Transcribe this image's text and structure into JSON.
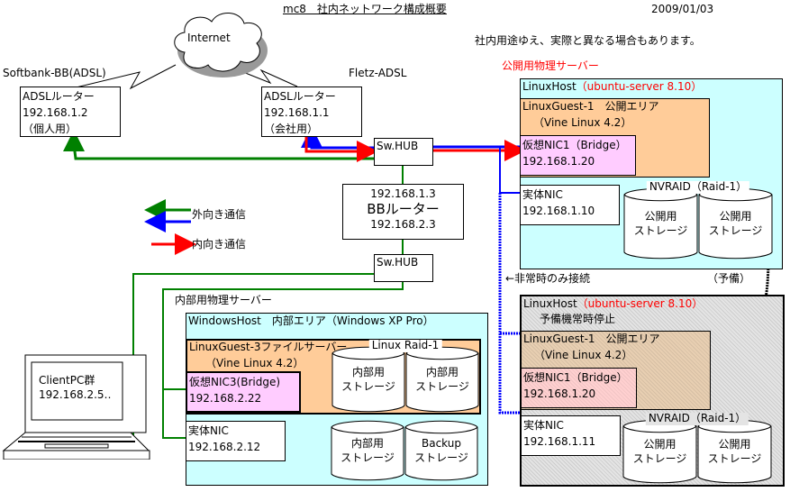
{
  "header": {
    "title": "mc8　社内ネットワーク構成概要",
    "date": "2009/01/03",
    "disclaimer": "社内用途ゆえ、実際と異なる場合もあります。"
  },
  "internet": {
    "label": "Internet"
  },
  "isp": {
    "softbank": "Softbank-BB(ADSL)",
    "fletz": "Fletz-ADSL"
  },
  "routers": {
    "personal": {
      "name": "ADSLルーター",
      "ip": "192.168.1.2",
      "note": "（個人用）"
    },
    "company": {
      "name": "ADSLルーター",
      "ip": "192.168.1.1",
      "note": "（会社用）"
    },
    "bb": {
      "ip_outer": "192.168.1.3",
      "name": "BBルーター",
      "ip_inner": "192.168.2.3"
    }
  },
  "hubs": {
    "upper": "Sw.HUB",
    "lower": "Sw.HUB"
  },
  "legend": {
    "outbound": "外向き通信",
    "inbound": "内向き通信",
    "colors": {
      "outbound_green": "#008000",
      "outbound_blue": "#0000ff",
      "inbound_red": "#ff0000"
    }
  },
  "public_server": {
    "heading": "公開用物理サーバー",
    "host": {
      "name": "LinuxHost",
      "os": "（ubuntu-server 8.10）"
    },
    "guest": {
      "name": "LinuxGuest-1　公開エリア",
      "os": "（Vine Linux 4.2）"
    },
    "vnic": {
      "name": "仮想NIC1（Bridge）",
      "ip": "192.168.1.20"
    },
    "nic": {
      "name": "実体NIC",
      "ip": "192.168.1.10"
    },
    "raid": {
      "label": "NVRAID（Raid-1）",
      "disks": [
        "公開用\nストレージ",
        "公開用\nストレージ"
      ],
      "disk_lines": [
        [
          "公開用",
          "ストレージ"
        ],
        [
          "公開用",
          "ストレージ"
        ]
      ]
    }
  },
  "emergency_note": "←非常時のみ接続",
  "spare_note": "（予備）",
  "spare_server": {
    "host": {
      "name": "LinuxHost",
      "os": "（ubuntu-server 8.10）",
      "status": "予備機常時停止"
    },
    "guest": {
      "name": "LinuxGuest-1　公開エリア",
      "os": "（Vine Linux 4.2）"
    },
    "vnic": {
      "name": "仮想NIC1（Bridge）",
      "ip": "192.168.1.20"
    },
    "nic": {
      "name": "実体NIC",
      "ip": "192.168.1.11"
    },
    "raid": {
      "label": "NVRAID（Raid-1）",
      "disk_lines": [
        [
          "公開用",
          "ストレージ"
        ],
        [
          "公開用",
          "ストレージ"
        ]
      ]
    }
  },
  "internal_server": {
    "heading": "内部用物理サーバー",
    "host": {
      "name": "WindowsHost　内部エリア（Windows XP Pro）"
    },
    "guest": {
      "name": "LinuxGuest-3ファイルサーバー",
      "os": "（Vine Linux 4.2）"
    },
    "vnic": {
      "name": "仮想NIC3(Bridge)",
      "ip": "192.168.2.22"
    },
    "raid": {
      "label": "Linux Raid-1",
      "disk_lines": [
        [
          "内部用",
          "ストレージ"
        ],
        [
          "内部用",
          "ストレージ"
        ]
      ]
    },
    "nic": {
      "name": "実体NIC",
      "ip": "192.168.2.12"
    },
    "storage": {
      "disk_lines": [
        [
          "内部用",
          "ストレージ"
        ],
        [
          "Backup",
          "ストレージ"
        ]
      ]
    }
  },
  "client": {
    "name": "ClientPC群",
    "ip": "192.168.2.5‥"
  }
}
